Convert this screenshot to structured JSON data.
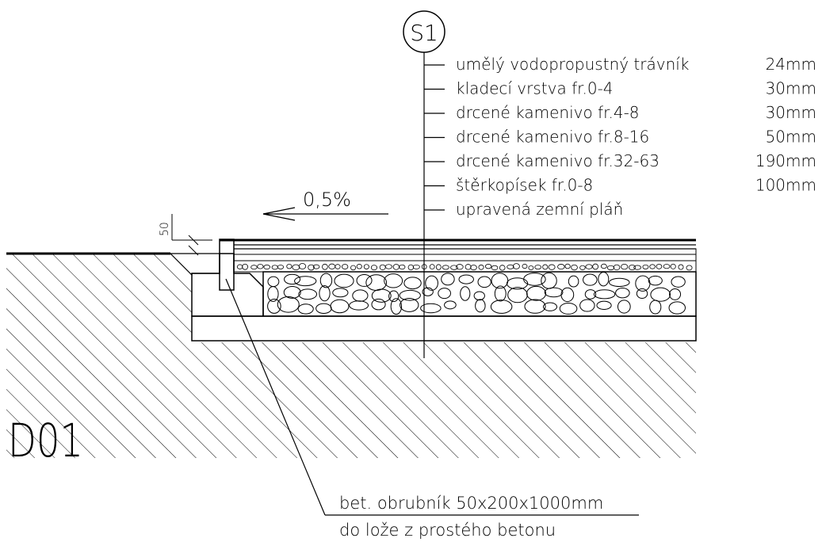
{
  "section_marker": {
    "label": "S1"
  },
  "layers": [
    {
      "name": "umělý vodopropustný trávník",
      "thickness": "24mm"
    },
    {
      "name": "kladecí vrstva fr.0-4",
      "thickness": "30mm"
    },
    {
      "name": "drcené kamenivo fr.4-8",
      "thickness": "30mm"
    },
    {
      "name": "drcené kamenivo fr.8-16",
      "thickness": "50mm"
    },
    {
      "name": "drcené kamenivo fr.32-63",
      "thickness": "190mm"
    },
    {
      "name": "štěrkopísek fr.0-8",
      "thickness": "100mm"
    },
    {
      "name": "upravená zemní pláň",
      "thickness": ""
    }
  ],
  "slope": {
    "label": "0,5%"
  },
  "dimension": {
    "label": "50"
  },
  "detail_id": "D01",
  "curb_note": {
    "line1": "bet. obrubník 50x200x1000mm",
    "line2": "do lože z prostého betonu"
  },
  "colors": {
    "line": "#000000",
    "background": "#ffffff"
  }
}
